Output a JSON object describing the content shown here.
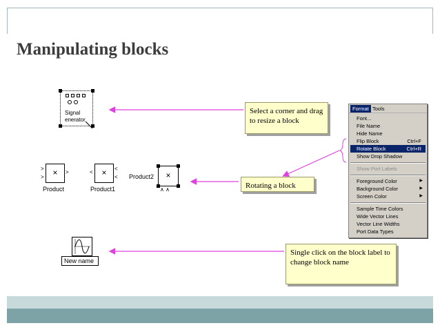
{
  "slide": {
    "title": "Manipulating blocks"
  },
  "callouts": {
    "resize": "Select a corner and drag to resize a block",
    "rotate": "Rotating a block",
    "rename": "Single click on the block label to change block name"
  },
  "blocks": {
    "signal_generator_line1": "Signal",
    "signal_generator_line2": "enerator",
    "product": "Product",
    "product1": "Product1",
    "product2": "Product2",
    "new_name": "New name"
  },
  "menu": {
    "bar": {
      "format": "Format",
      "tools": "Tools"
    },
    "items": [
      {
        "label": "Font..."
      },
      {
        "label": "File Name"
      },
      {
        "label": "Hide Name"
      },
      {
        "label": "Flip Block",
        "shortcut": "Ctrl+F"
      },
      {
        "label": "Rotate Block",
        "shortcut": "Ctrl+R"
      },
      {
        "label": "Show Drop Shadow"
      },
      {
        "label": "Show Port Labels"
      },
      {
        "label": "Foreground Color"
      },
      {
        "label": "Background Color"
      },
      {
        "label": "Screen Color"
      },
      {
        "label": "Sample Time Colors"
      },
      {
        "label": "Wide Vector Lines"
      },
      {
        "label": "Vector Line Widths"
      },
      {
        "label": "Port Data Types"
      }
    ]
  },
  "colors": {
    "arrow": "#e040e0",
    "callout_bg": "#ffffcc",
    "menu_highlight": "#0a246a",
    "footer_light": "#c8d9db",
    "footer_dark": "#7da3a6"
  }
}
